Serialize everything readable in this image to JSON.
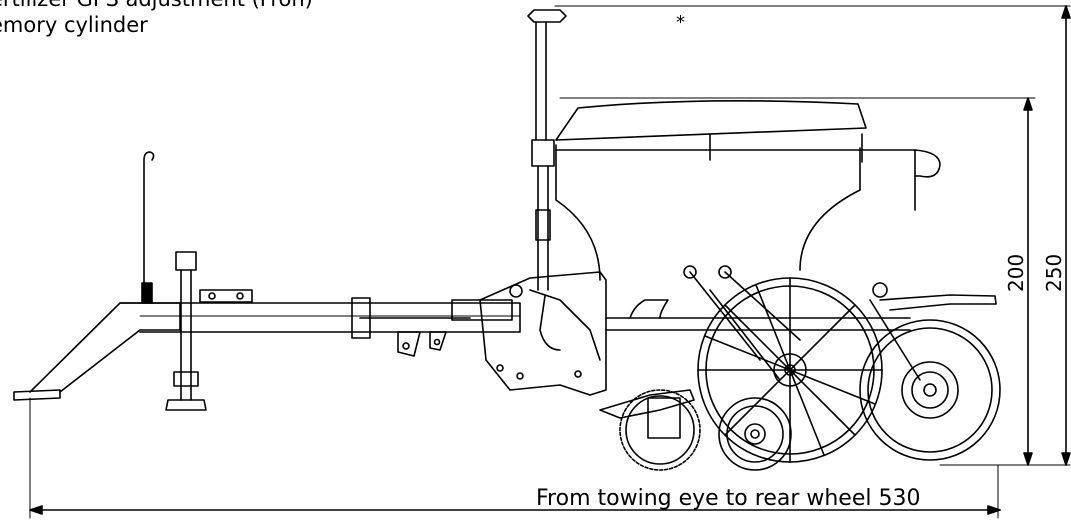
{
  "caption": {
    "line1": "ertilizer GPS adjustment (Fron)",
    "line2": "emory cylinder"
  },
  "marker": "*",
  "dimensions": {
    "overall_length": "From towing eye to rear wheel 530",
    "height_hopper": "200",
    "height_total": "250"
  }
}
